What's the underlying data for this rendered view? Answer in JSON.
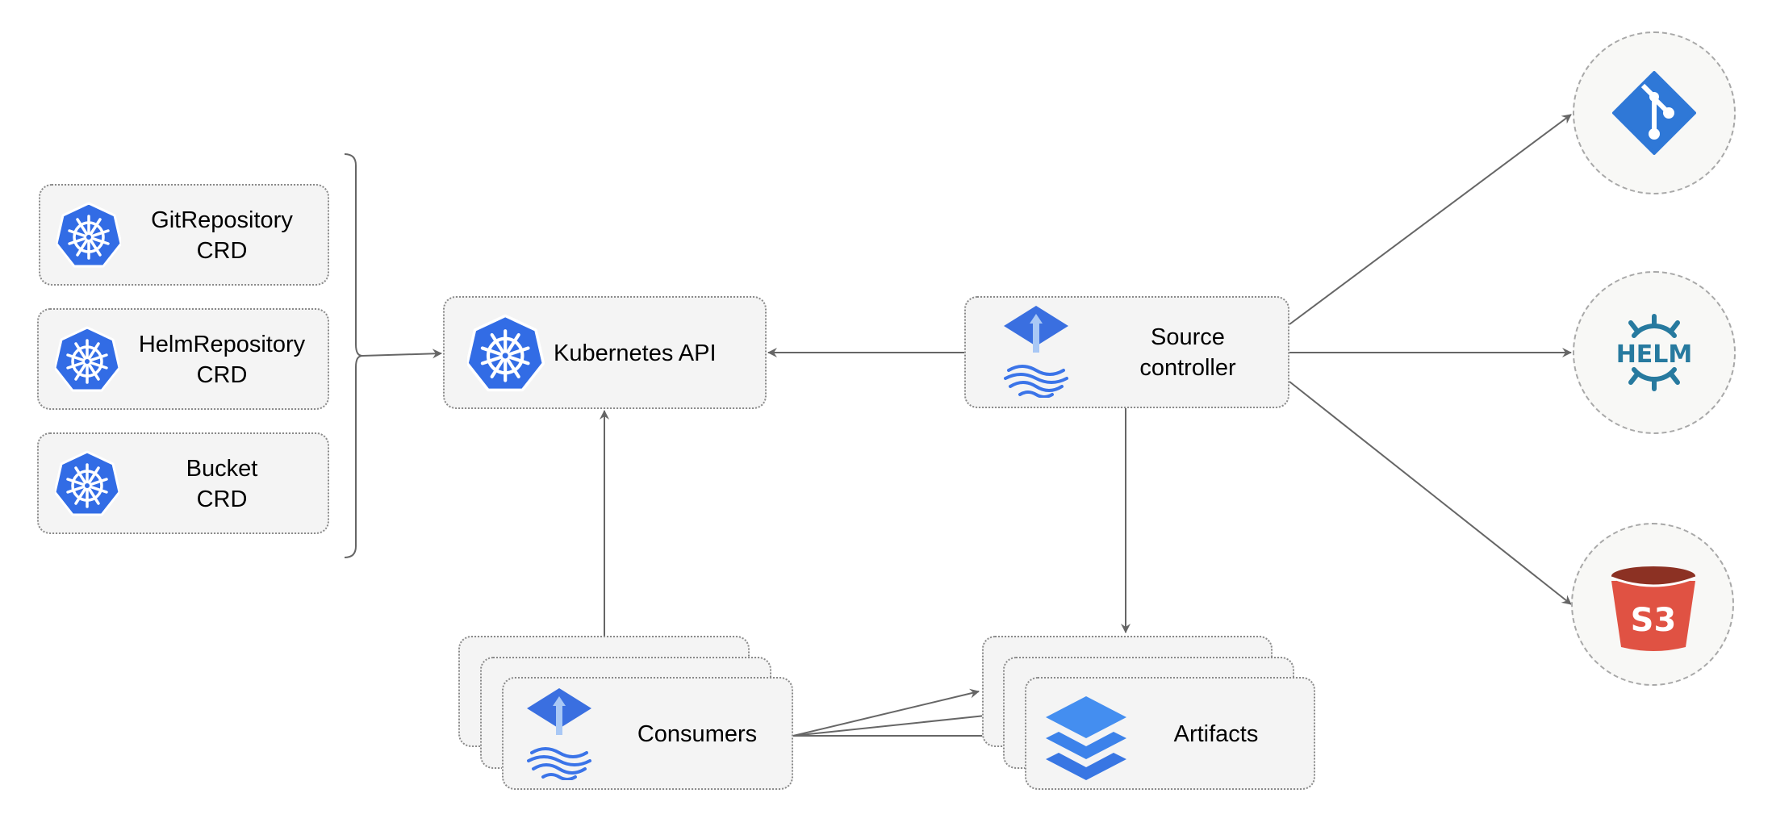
{
  "crds": [
    {
      "line1": "GitRepository",
      "line2": "CRD"
    },
    {
      "line1": "HelmRepository",
      "line2": "CRD"
    },
    {
      "line1": "Bucket",
      "line2": "CRD"
    }
  ],
  "kubernetes_api": {
    "label": "Kubernetes API",
    "icon": "kubernetes-icon"
  },
  "source_controller": {
    "line1": "Source",
    "line2": "controller",
    "icon": "flux-icon"
  },
  "consumers": {
    "label": "Consumers",
    "icon": "flux-icon"
  },
  "artifacts": {
    "label": "Artifacts",
    "icon": "layers-icon"
  },
  "sources": [
    {
      "name": "git",
      "icon": "git-icon"
    },
    {
      "name": "HELM",
      "icon": "helm-icon"
    },
    {
      "name": "S3",
      "icon": "s3-bucket-icon"
    }
  ],
  "colors": {
    "kubernetes": "#326ce5",
    "helm": "#277a9f",
    "s3": "#e05243",
    "git": "#2f78d7",
    "arrow": "#666666"
  }
}
